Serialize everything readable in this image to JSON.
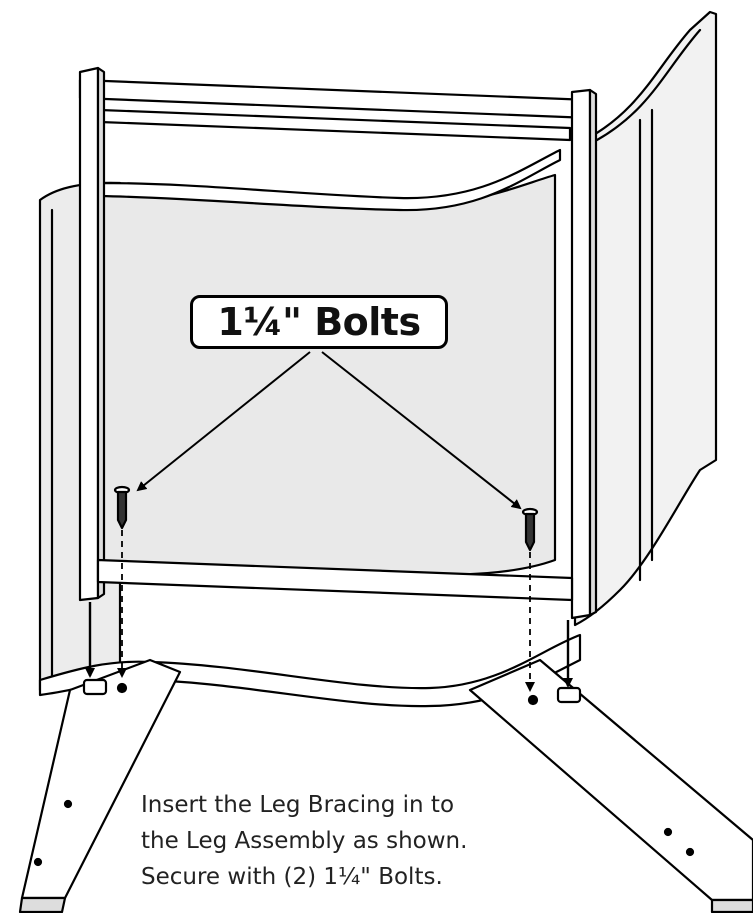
{
  "callout": {
    "label": "1¼\" Bolts"
  },
  "instructions": {
    "lines": [
      "Insert the Leg Bracing in to",
      "the Leg Assembly as shown.",
      "Secure with (2) 1¼\" Bolts."
    ]
  },
  "colors": {
    "line": "#000000",
    "panel_shade": "#e9e9e9",
    "panel_light": "#f7f7f7",
    "background": "#ffffff"
  }
}
